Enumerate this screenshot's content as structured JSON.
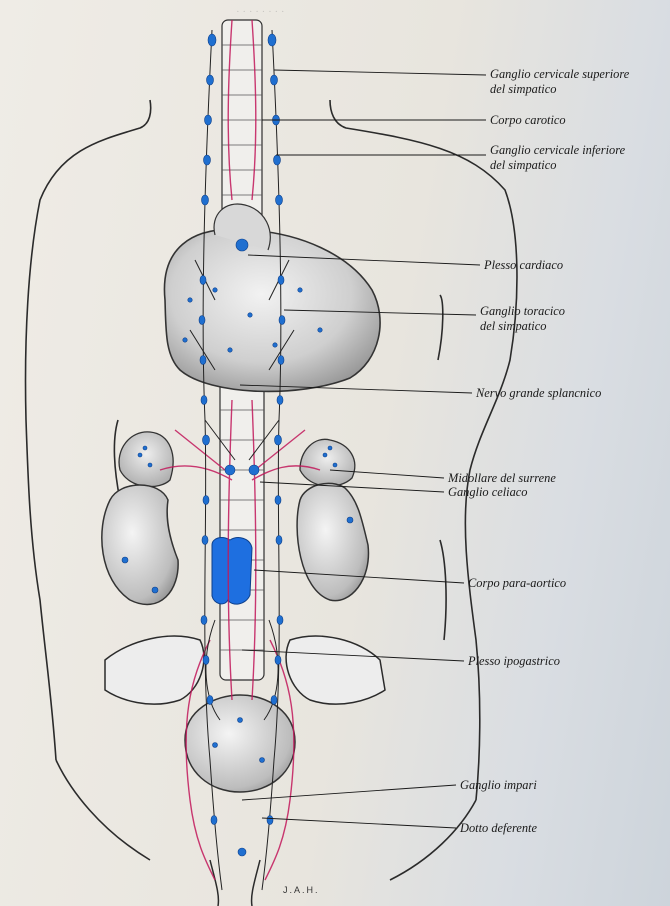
{
  "figure": {
    "signature": "J.A.H.",
    "colors": {
      "nerve": "#2a2a2a",
      "ganglion": "#1f6fd0",
      "vessel": "#c2185b",
      "organ": "#d4d4d4",
      "paraaortic": "#1e6fe0"
    }
  },
  "labels": [
    {
      "id": "ganglio-cervicale-superiore",
      "lines": [
        "Ganglio cervicale superiore",
        "del simpatico"
      ]
    },
    {
      "id": "corpo-carotico",
      "lines": [
        "Corpo carotico"
      ]
    },
    {
      "id": "ganglio-cervicale-inferiore",
      "lines": [
        "Ganglio cervicale inferiore",
        "del simpatico"
      ]
    },
    {
      "id": "plesso-cardiaco",
      "lines": [
        "Plesso cardiaco"
      ]
    },
    {
      "id": "ganglio-toracico",
      "lines": [
        "Ganglio toracico",
        "del simpatico"
      ]
    },
    {
      "id": "nervo-grande-splancnico",
      "lines": [
        "Nervo grande splancnico"
      ]
    },
    {
      "id": "midollare-del-surrene",
      "lines": [
        "Midollare del surrene"
      ]
    },
    {
      "id": "ganglio-celiaco",
      "lines": [
        "Ganglio celiaco"
      ]
    },
    {
      "id": "corpo-para-aortico",
      "lines": [
        "Corpo para-aortico"
      ]
    },
    {
      "id": "plesso-ipogastrico",
      "lines": [
        "Plesso ipogastrico"
      ]
    },
    {
      "id": "ganglio-impari",
      "lines": [
        "Ganglio impari"
      ]
    },
    {
      "id": "dotto-deferente",
      "lines": [
        "Dotto deferente"
      ]
    }
  ]
}
